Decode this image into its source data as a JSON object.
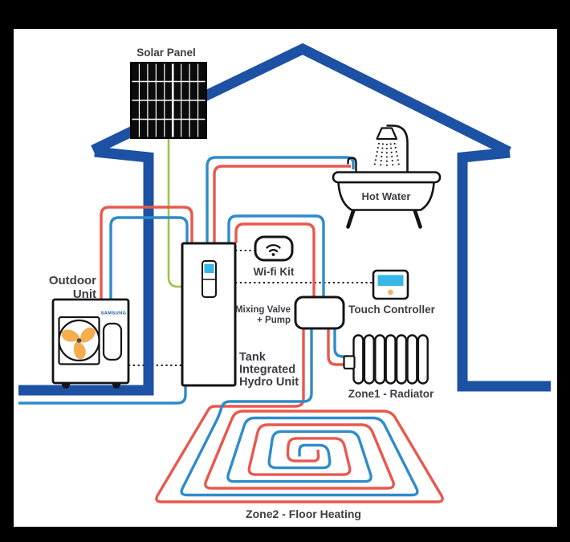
{
  "window": {
    "background": "#000000",
    "paper": "#ffffff"
  },
  "colors": {
    "house_outline": "#1c51a3",
    "pipe_hot": "#e8584e",
    "pipe_cold": "#2e8cca",
    "pipe_solar": "#9cc34a",
    "screen_cyan": "#36b7e8",
    "fan_orange": "#f5ad4d",
    "button_orange": "#f0a23c",
    "label_text": "#3c3c44"
  },
  "labels": {
    "solar_panel": "Solar Panel",
    "outdoor_unit_line1": "Outdoor",
    "outdoor_unit_line2": "Unit",
    "brand": "SAMSUNG",
    "wifi_kit": "Wi-fi Kit",
    "mixing_valve_line1": "Mixing Valve",
    "mixing_valve_line2": "+ Pump",
    "touch_controller": "Touch Controller",
    "hot_water": "Hot Water",
    "tank_line1": "Tank",
    "tank_line2": "Integrated",
    "tank_line3": "Hydro Unit",
    "zone1": "Zone1 - Radiator",
    "zone2": "Zone2 - Floor Heating"
  }
}
